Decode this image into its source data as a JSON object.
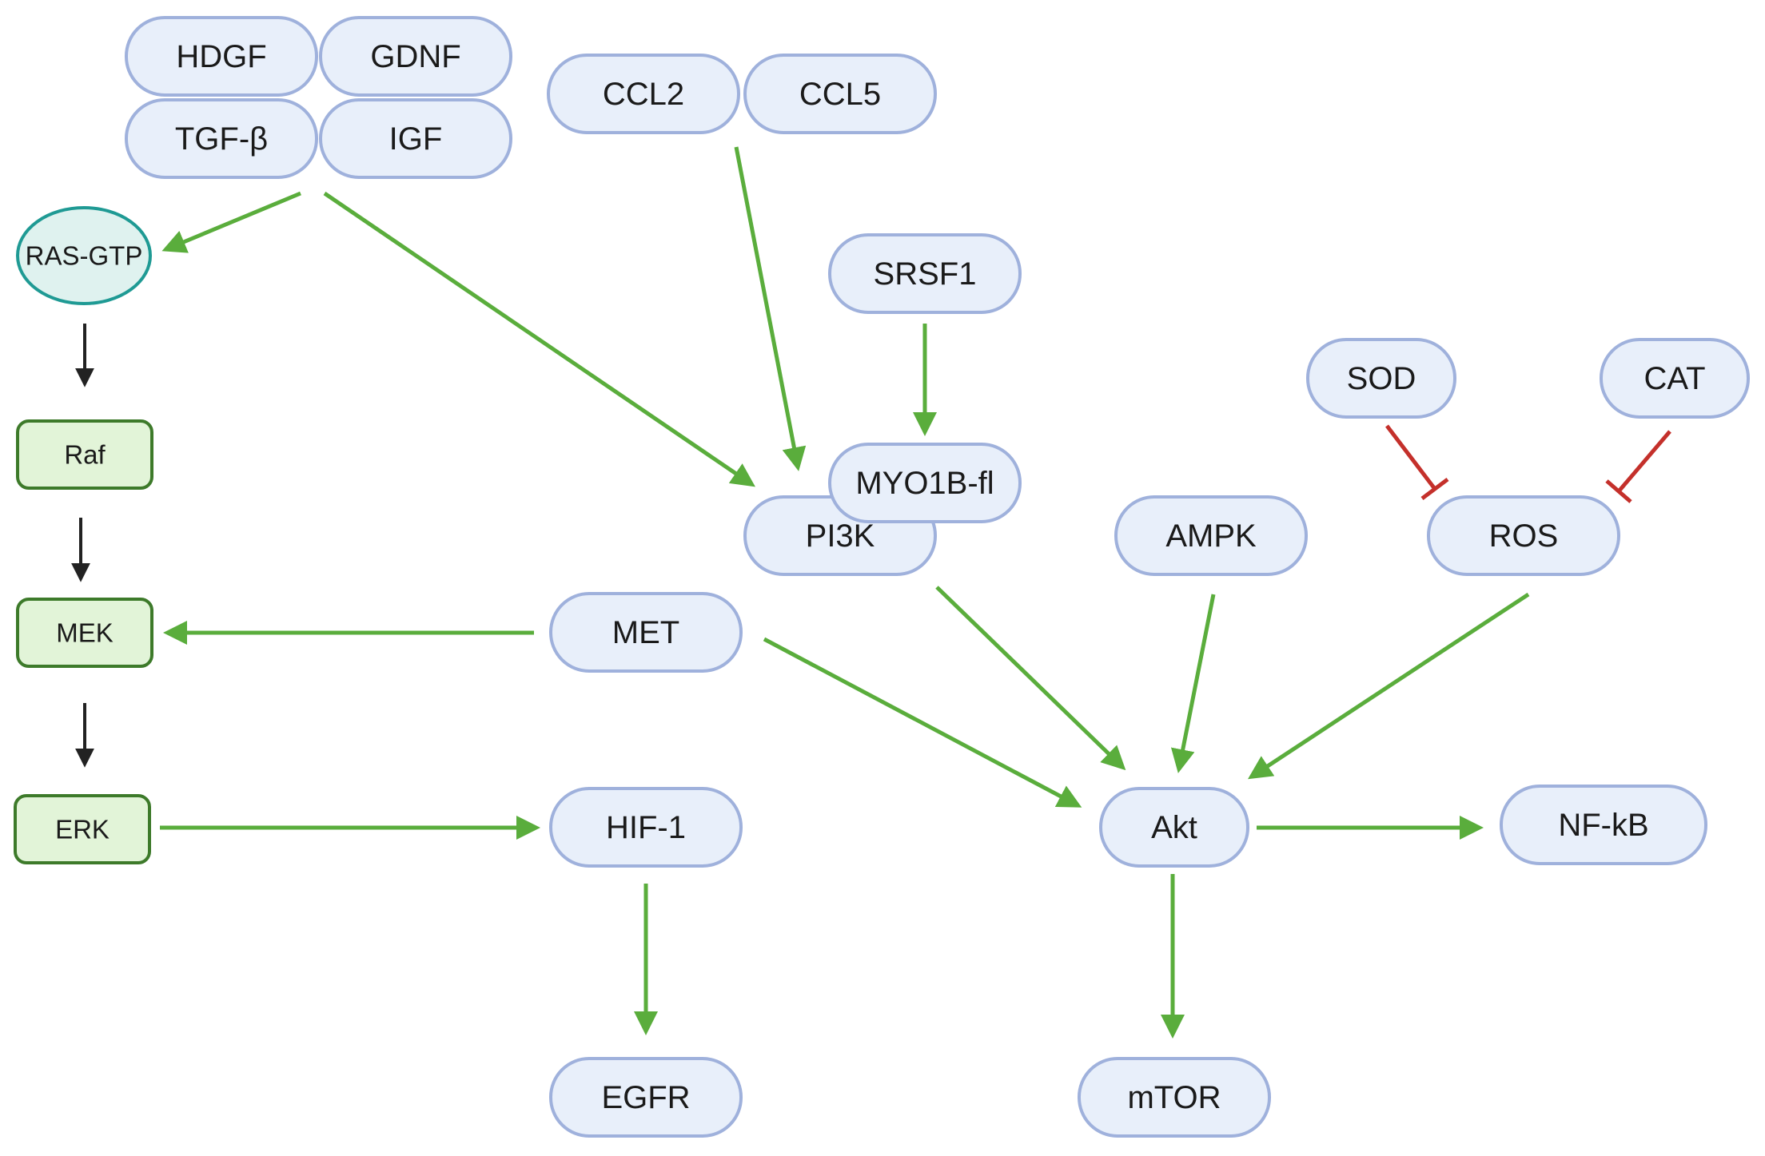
{
  "colors": {
    "pill_fill": "#e8effa",
    "pill_stroke": "#9fb1dc",
    "ras_fill": "#dff2ef",
    "ras_stroke": "#1f9a94",
    "box_fill": "#e2f4d8",
    "box_stroke": "#3d7a2a",
    "activation": "#5aad3c",
    "inhibition": "#c4302b",
    "cascade": "#222222"
  },
  "nodes": {
    "hdgf": "HDGF",
    "gdnf": "GDNF",
    "tgfb": "TGF-β",
    "igf": "IGF",
    "ccl2": "CCL2",
    "ccl5": "CCL5",
    "srsf1": "SRSF1",
    "sod": "SOD",
    "cat": "CAT",
    "ras": "RAS-GTP",
    "raf": "Raf",
    "mek": "MEK",
    "erk": "ERK",
    "pi3k": "PI3K",
    "myo1b": "MYO1B-fl",
    "ampk": "AMPK",
    "ros": "ROS",
    "met": "MET",
    "akt": "Akt",
    "hif1": "HIF-1",
    "nfkb": "NF-kB",
    "egfr": "EGFR",
    "mtor": "mTOR"
  }
}
